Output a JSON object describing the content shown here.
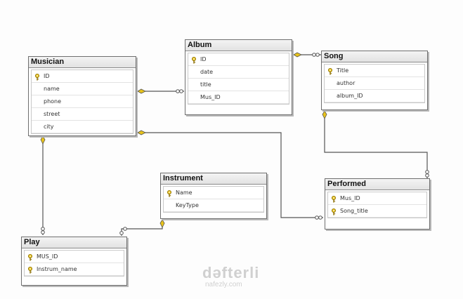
{
  "diagram": {
    "tables": {
      "musician": {
        "title": "Musician",
        "fields": [
          {
            "name": "ID",
            "key": true
          },
          {
            "name": "name",
            "key": false
          },
          {
            "name": "phone",
            "key": false
          },
          {
            "name": "street",
            "key": false
          },
          {
            "name": "city",
            "key": false
          }
        ]
      },
      "album": {
        "title": "Album",
        "fields": [
          {
            "name": "ID",
            "key": true
          },
          {
            "name": "date",
            "key": false
          },
          {
            "name": "title",
            "key": false
          },
          {
            "name": "Mus_ID",
            "key": false
          }
        ]
      },
      "song": {
        "title": "Song",
        "fields": [
          {
            "name": "Title",
            "key": true
          },
          {
            "name": "author",
            "key": false
          },
          {
            "name": "album_ID",
            "key": false
          }
        ]
      },
      "instrument": {
        "title": "Instrument",
        "fields": [
          {
            "name": "Name",
            "key": true
          },
          {
            "name": "KeyType",
            "key": false
          }
        ]
      },
      "performed": {
        "title": "Performed",
        "fields": [
          {
            "name": "Mus_ID",
            "key": true
          },
          {
            "name": "Song_title",
            "key": true
          }
        ]
      },
      "play": {
        "title": "Play",
        "fields": [
          {
            "name": "MUS_ID",
            "key": true
          },
          {
            "name": "Instrum_name",
            "key": true
          }
        ]
      }
    },
    "relationships": [
      {
        "from": "album",
        "to": "musician"
      },
      {
        "from": "song",
        "to": "album"
      },
      {
        "from": "performed",
        "to": "musician"
      },
      {
        "from": "performed",
        "to": "song"
      },
      {
        "from": "play",
        "to": "musician"
      },
      {
        "from": "play",
        "to": "instrument"
      }
    ],
    "colors": {
      "line": "#555555",
      "key": "#e8c31c",
      "key_outline": "#8a6d00"
    }
  },
  "watermark": {
    "line1": "dəfterli",
    "line2": "nafezly.com"
  }
}
